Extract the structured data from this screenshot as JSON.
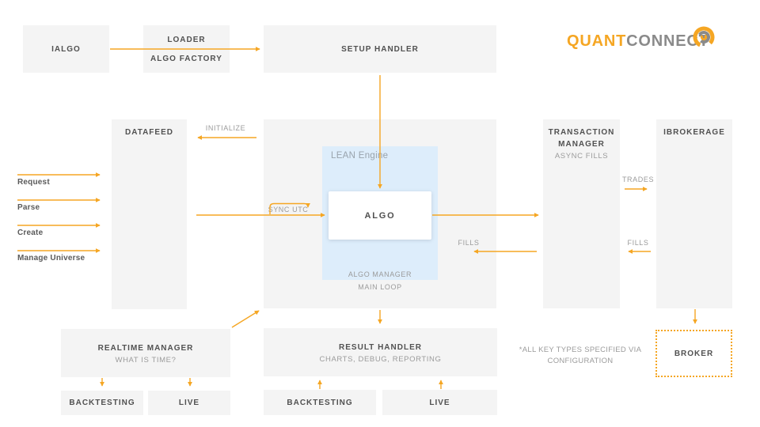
{
  "logo": {
    "brand_primary": "QUANT",
    "brand_secondary": "CONNECT",
    "icon": "quantconnect-swirl-icon"
  },
  "top_row": {
    "ialgo": "IALGO",
    "loader": "LOADER",
    "algo_factory": "ALGO FACTORY",
    "setup_handler": "SETUP HANDLER"
  },
  "datafeed_panel": {
    "title": "DATAFEED",
    "initialize_label": "INITIALIZE",
    "inputs": [
      "Request",
      "Parse",
      "Create",
      "Manage Universe"
    ]
  },
  "engine": {
    "lean_title": "LEAN Engine",
    "algo": "ALGO",
    "algo_manager": "ALGO MANAGER",
    "main_loop": "MAIN LOOP",
    "sync_utc_label": "SYNC UTC",
    "fills_label": "FILLS"
  },
  "right_panel": {
    "transaction_manager": "TRANSACTION MANAGER",
    "async_fills": "ASYNC FILLS",
    "ibrokerage": "IBROKERAGE",
    "trades_label": "TRADES",
    "fills_label": "FILLS",
    "broker": "BROKER"
  },
  "bottom_left": {
    "realtime_manager": "REALTIME MANAGER",
    "what_is_time": "WHAT IS TIME?",
    "backtesting": "BACKTESTING",
    "live": "LIVE"
  },
  "bottom_center": {
    "result_handler": "RESULT HANDLER",
    "charts_debug": "CHARTS, DEBUG, REPORTING",
    "backtesting": "BACKTESTING",
    "live": "LIVE"
  },
  "footnote": {
    "line1": "*ALL KEY TYPES SPECIFIED VIA",
    "line2": "CONFIGURATION"
  },
  "colors": {
    "accent": "#f5a623",
    "box_gray": "#f4f4f4",
    "lean_blue": "#ddedfb",
    "text_dark": "#515151",
    "text_gray": "#9b9b9b",
    "logo_gray": "#8a8a8a"
  }
}
